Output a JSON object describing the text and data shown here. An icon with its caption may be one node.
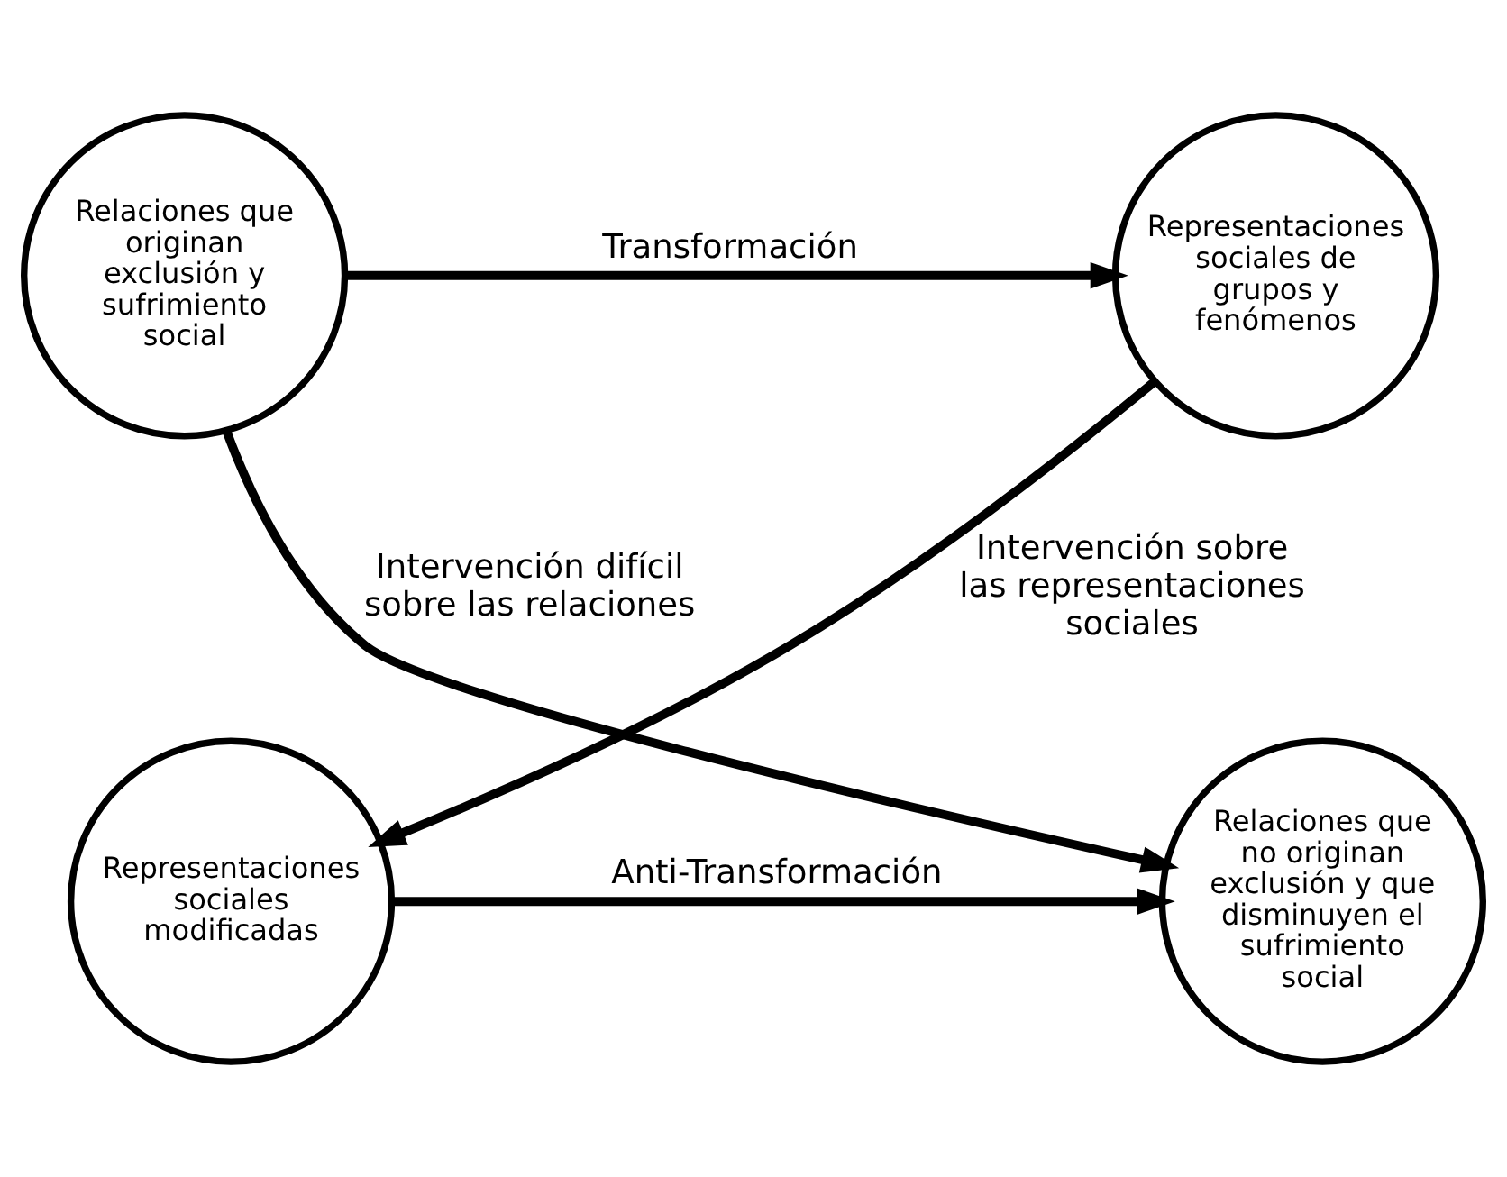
{
  "diagram": {
    "nodes": [
      {
        "text": [
          "Relaciones que originan exclusión y sufrimiento social"
        ]
      },
      {
        "text": [
          "Representaciones sociales de grupos y fenómenos"
        ]
      },
      {
        "text": [
          "Relaciones que no originan exclusión y que disminuyen el sufrimiento social"
        ]
      },
      {
        "text": [
          "Representaciones sociales modificadas"
        ]
      }
    ],
    "edges": [
      {
        "from": 0,
        "to": 1,
        "arrow": "to",
        "label": "Transformación"
      },
      {
        "from": 0,
        "to": 2,
        "arrow": "to",
        "label": "Intervención difícil sobre las relaciones"
      },
      {
        "from": 1,
        "to": 3,
        "arrow": "to",
        "label": "Intervención sobre las representaciones sociales"
      },
      {
        "from": 3,
        "to": 2,
        "arrow": "to",
        "label": "Anti-Transformación"
      }
    ]
  }
}
